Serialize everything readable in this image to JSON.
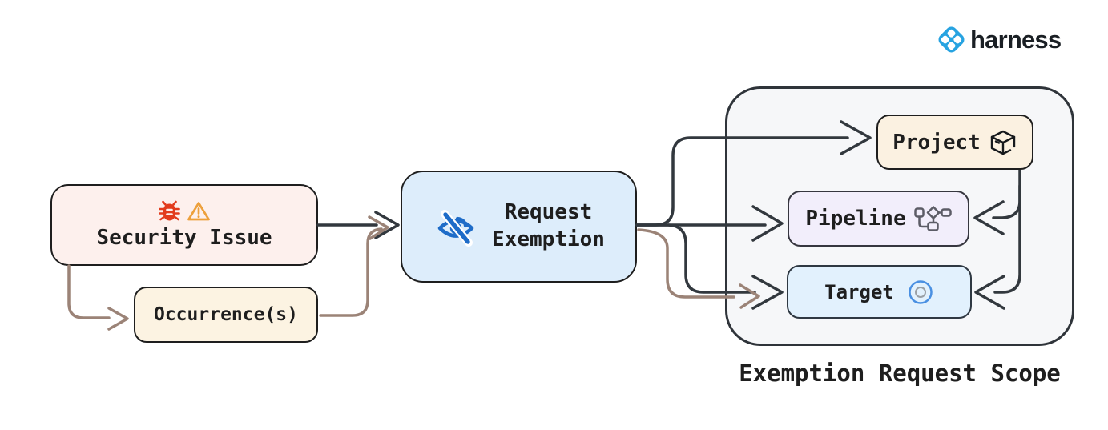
{
  "brand": {
    "name": "harness"
  },
  "nodes": {
    "security_issue": {
      "label": "Security Issue"
    },
    "occurrences": {
      "label": "Occurrence(s)"
    },
    "request_exemption": {
      "line1": "Request",
      "line2": "Exemption"
    },
    "scope": {
      "title": "Exemption Request Scope",
      "items": [
        {
          "id": "project",
          "label": "Project"
        },
        {
          "id": "pipeline",
          "label": "Pipeline"
        },
        {
          "id": "target",
          "label": "Target"
        }
      ]
    }
  },
  "icons": {
    "harness_logo": "harness-logo-icon",
    "bug": "bug-icon",
    "warning": "warning-triangle-icon",
    "eye_off": "eye-off-icon",
    "project": "package-cube-icon",
    "pipeline": "pipeline-flow-icon",
    "target": "target-circle-icon"
  },
  "colors": {
    "arrow_dark": "#32383e",
    "arrow_brown": "#9b8377",
    "security_bg": "#fdf0ed",
    "occurrence_bg": "#fcf3e2",
    "request_bg": "#ddedfb",
    "scope_bg": "#f6f7f9",
    "project_bg": "#fbf1e1",
    "pipeline_bg": "#f2eefb",
    "target_bg": "#e2f1fd",
    "harness_blue": "#27a3e1",
    "bug_red": "#e23b1c",
    "warning_orange": "#eda03c",
    "eye_blue": "#1e6cc8",
    "pipeline_icon_gray": "#5c5c66",
    "target_icon_blue": "#4a90e2",
    "target_icon_gray": "#9aa0a6"
  }
}
